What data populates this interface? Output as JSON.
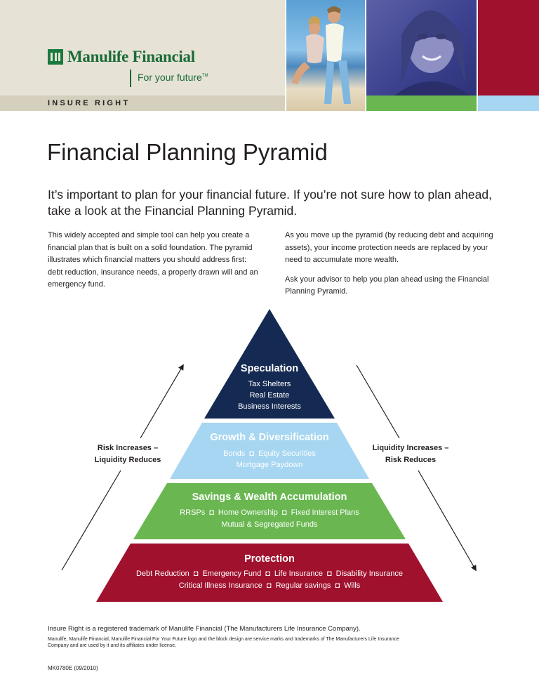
{
  "header": {
    "brand": "Manulife Financial",
    "tagline": "For your future",
    "trademark": "TM",
    "strip_text": "INSURE RIGHT",
    "colors": {
      "tan": "#e6e2d6",
      "green": "#1a6b38",
      "red": "#a0112e",
      "light_green": "#6ab752",
      "light_blue": "#a6d6f1"
    }
  },
  "title": "Financial Planning Pyramid",
  "intro": "It’s important to plan for your financial future. If you’re not sure how to plan ahead, take a look at the Financial Planning Pyramid.",
  "left_column": "This widely accepted and simple tool can help you create a financial plan that is built on a solid foundation. The pyramid illustrates which financial matters you should address first: debt reduction, insurance needs, a properly drawn will and an emergency fund.",
  "right_column": {
    "p1": "As you move up the pyramid (by reducing debt and acquiring assets), your income protection needs are replaced by your need to accumulate more wealth.",
    "p2": "Ask your advisor to help you plan ahead using the Financial Planning Pyramid."
  },
  "pyramid": {
    "left_label": {
      "line1": "Risk Increases –",
      "line2": "Liquidity Reduces"
    },
    "right_label": {
      "line1": "Liquidity Increases –",
      "line2": "Risk Reduces"
    },
    "levels": {
      "speculation": {
        "title": "Speculation",
        "line1": "Tax Shelters",
        "line2": "Real Estate",
        "line3": "Business Interests",
        "color": "#152a52"
      },
      "growth": {
        "title": "Growth & Diversification",
        "line1_a": "Bonds",
        "line1_b": "Equity Securities",
        "line2": "Mortgage Paydown",
        "color": "#a6d6f1"
      },
      "savings": {
        "title": "Savings & Wealth Accumulation",
        "line1_a": "RRSPs",
        "line1_b": "Home Ownership",
        "line1_c": "Fixed Interest Plans",
        "line2": "Mutual & Segregated Funds",
        "color": "#6ab752"
      },
      "protection": {
        "title": "Protection",
        "line1_a": "Debt Reduction",
        "line1_b": "Emergency Fund",
        "line1_c": "Life Insurance",
        "line1_d": "Disability Insurance",
        "line2_a": "Critical Illness Insurance",
        "line2_b": "Regular savings",
        "line2_c": "Wills",
        "color": "#a0112e"
      }
    }
  },
  "footer": {
    "trademark_line": "Insure Right is a registered trademark of Manulife Financial (The Manufacturers Life Insurance Company).",
    "service_marks": "Manulife, Manulife Financial, Manulife Financial For Your Future logo and the block design are service marks and trademarks of The Manufacturers Life Insurance Company and are used by it and its affiliates under license.",
    "code": "MK0780E (09/2010)"
  }
}
